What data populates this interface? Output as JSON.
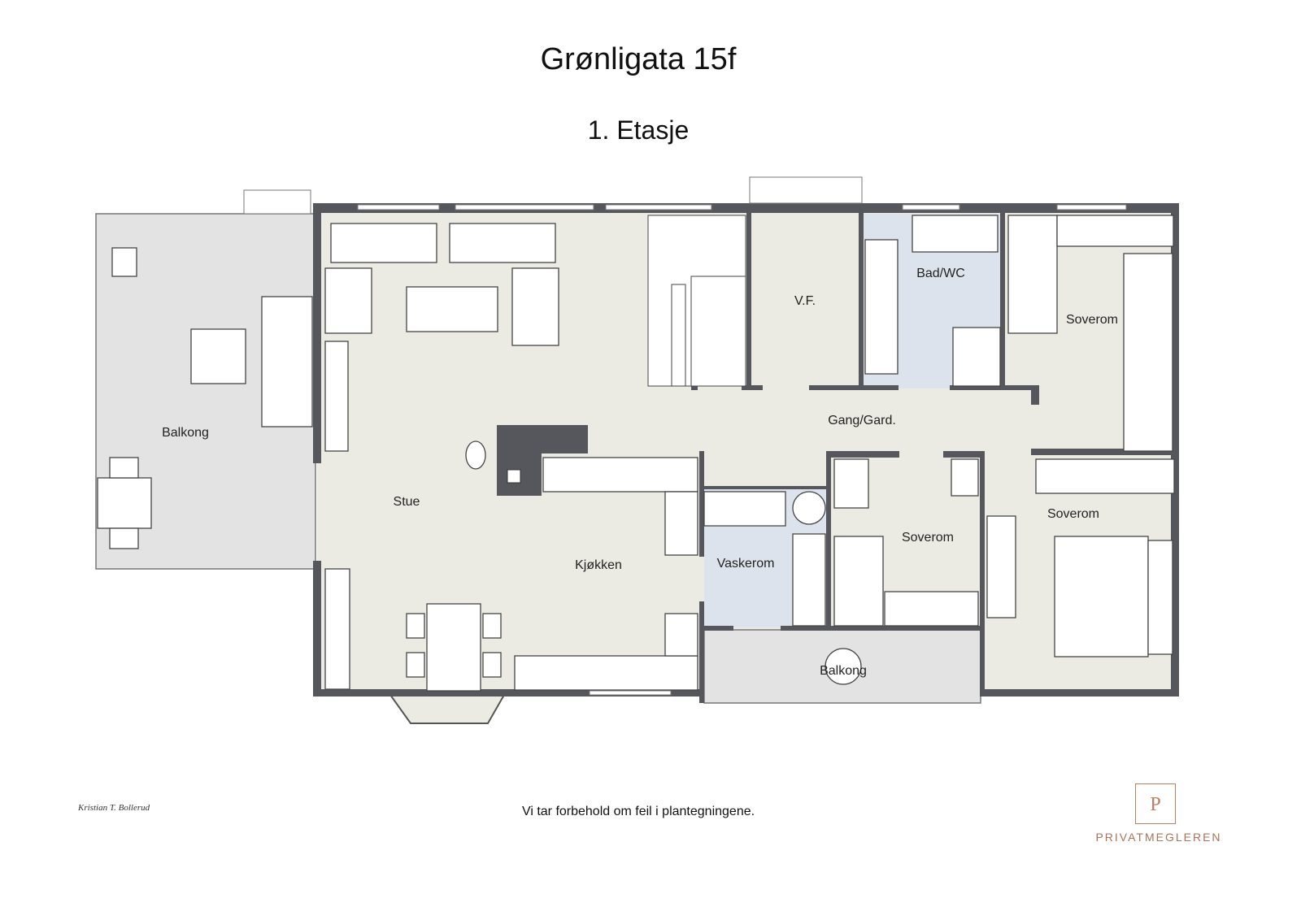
{
  "header": {
    "title": "Grønligata 15f",
    "subtitle": "1. Etasje"
  },
  "rooms": {
    "balkong_west": "Balkong",
    "stue": "Stue",
    "kjokken": "Kjøkken",
    "vf": "V.F.",
    "bad": "Bad/WC",
    "gang": "Gang/Gard.",
    "soverom_ne": "Soverom",
    "soverom_mid": "Soverom",
    "soverom_se": "Soverom",
    "vaskerom": "Vaskerom",
    "balkong_south": "Balkong"
  },
  "footer": {
    "disclaimer": "Vi tar forbehold om feil i plantegningene."
  },
  "logos": {
    "photographer_signature": "Kristian T. Bollerud",
    "broker_mark": "P",
    "broker_name": "PRIVATMEGLEREN"
  },
  "colors": {
    "wall": "#55575c",
    "floor": "#ebebe4",
    "balcony": "#e3e3e3",
    "wet_room": "#dde3ec",
    "brand": "#a9735a"
  }
}
